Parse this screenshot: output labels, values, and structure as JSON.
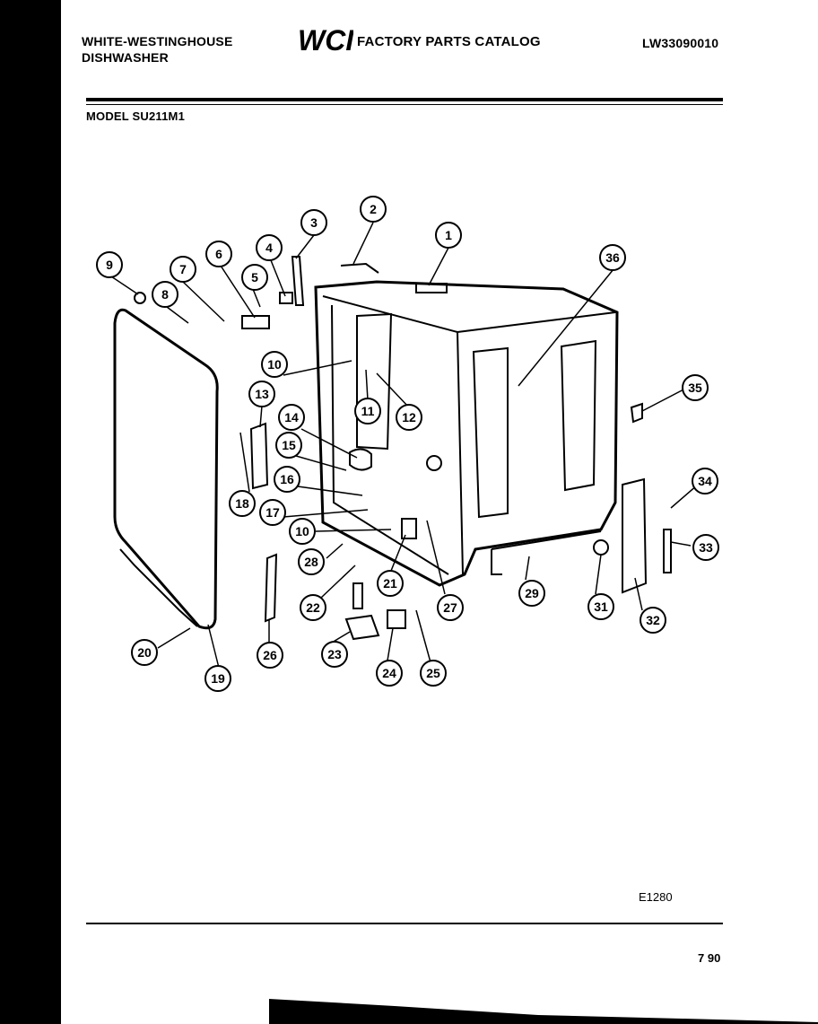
{
  "header": {
    "brand_line1": "WHITE-WESTINGHOUSE",
    "brand_line2": "DISHWASHER",
    "logo_text": "WCI",
    "catalog_title": "FACTORY PARTS CATALOG",
    "catalog_number": "LW33090010",
    "model_label": "MODEL SU211M1"
  },
  "callouts": [
    "1",
    "2",
    "3",
    "4",
    "5",
    "6",
    "7",
    "8",
    "9",
    "10",
    "11",
    "12",
    "13",
    "14",
    "15",
    "16",
    "17",
    "10",
    "18",
    "28",
    "21",
    "22",
    "23",
    "24",
    "25",
    "26",
    "19",
    "20",
    "27",
    "29",
    "31",
    "32",
    "33",
    "34",
    "35",
    "36"
  ],
  "footer": {
    "drawing_code": "E1280",
    "page_mark": "7 90"
  }
}
